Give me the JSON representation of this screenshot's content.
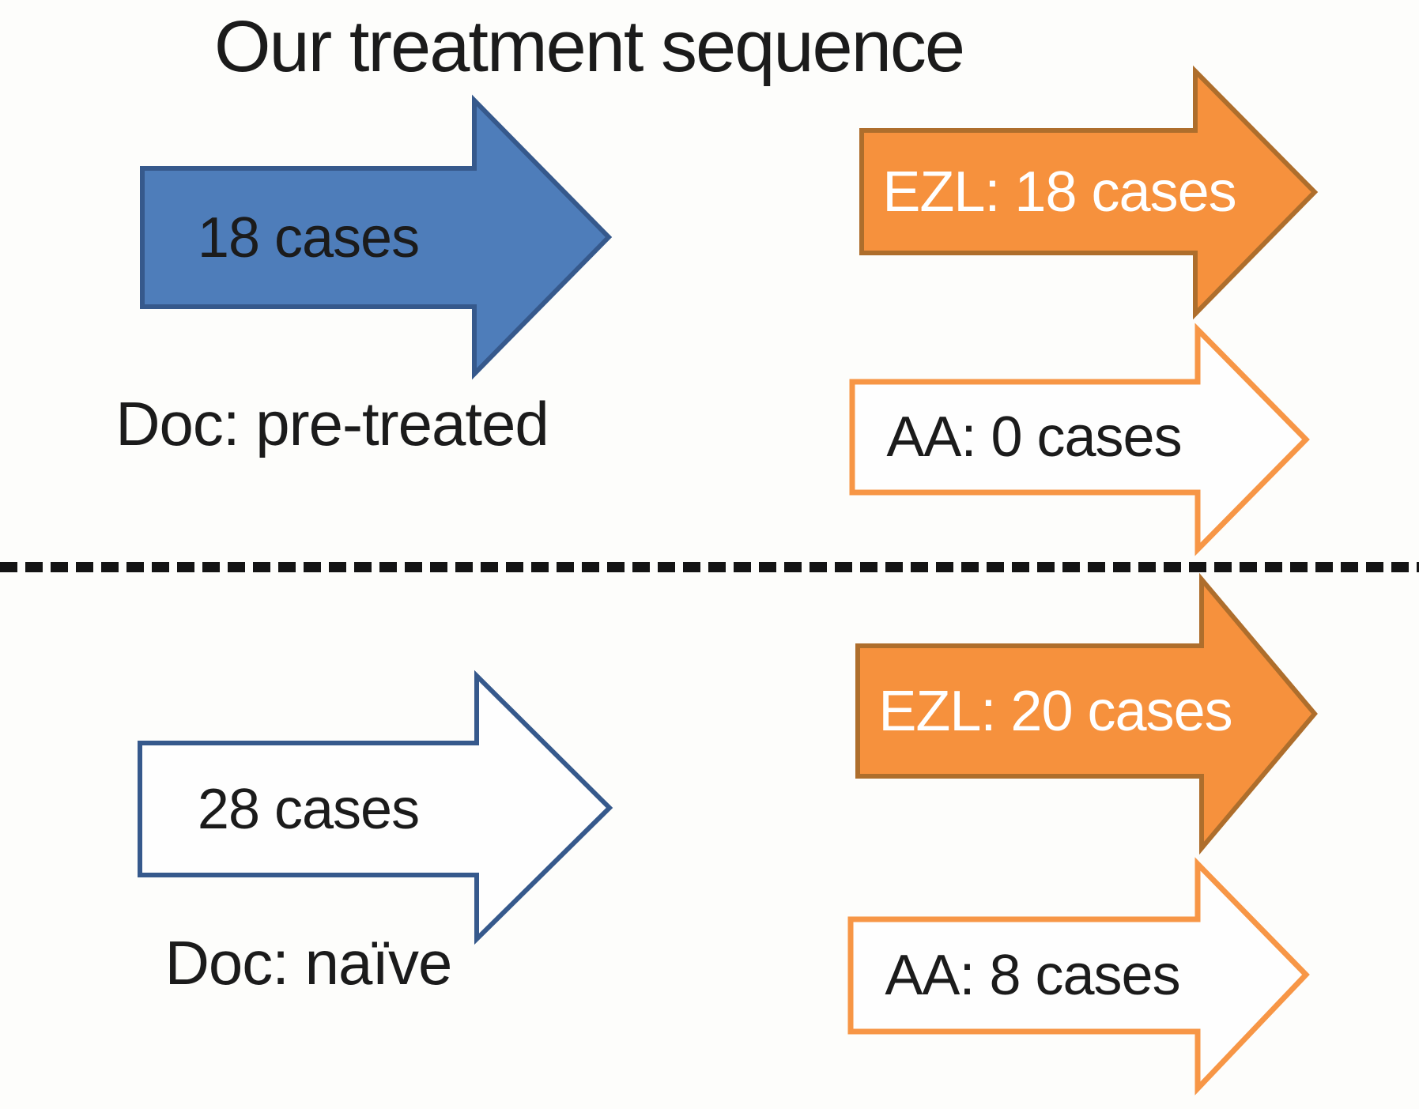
{
  "title": "Our treatment sequence",
  "colors": {
    "blue_fill": "#4E7DBA",
    "blue_border": "#36598C",
    "orange_fill": "#F6913D",
    "orange_solid_border": "#AE6E2C",
    "orange_outline_border": "#F79646",
    "white_fill": "#FEFEFE",
    "dashed_line": "#141414",
    "text_dark": "#1B1B1B",
    "text_light": "#FFFFFF"
  },
  "top_group": {
    "input_arrow": {
      "label": "18 cases",
      "style": "solid-blue"
    },
    "caption": "Doc: pre-treated",
    "outcome_arrows": [
      {
        "label": "EZL: 18 cases",
        "style": "solid-orange"
      },
      {
        "label": "AA: 0 cases",
        "style": "outline-orange"
      }
    ]
  },
  "bottom_group": {
    "input_arrow": {
      "label": "28 cases",
      "style": "outline-blue"
    },
    "caption": "Doc: naïve",
    "outcome_arrows": [
      {
        "label": "EZL: 20 cases",
        "style": "solid-orange"
      },
      {
        "label": "AA: 8 cases",
        "style": "outline-orange"
      }
    ]
  }
}
